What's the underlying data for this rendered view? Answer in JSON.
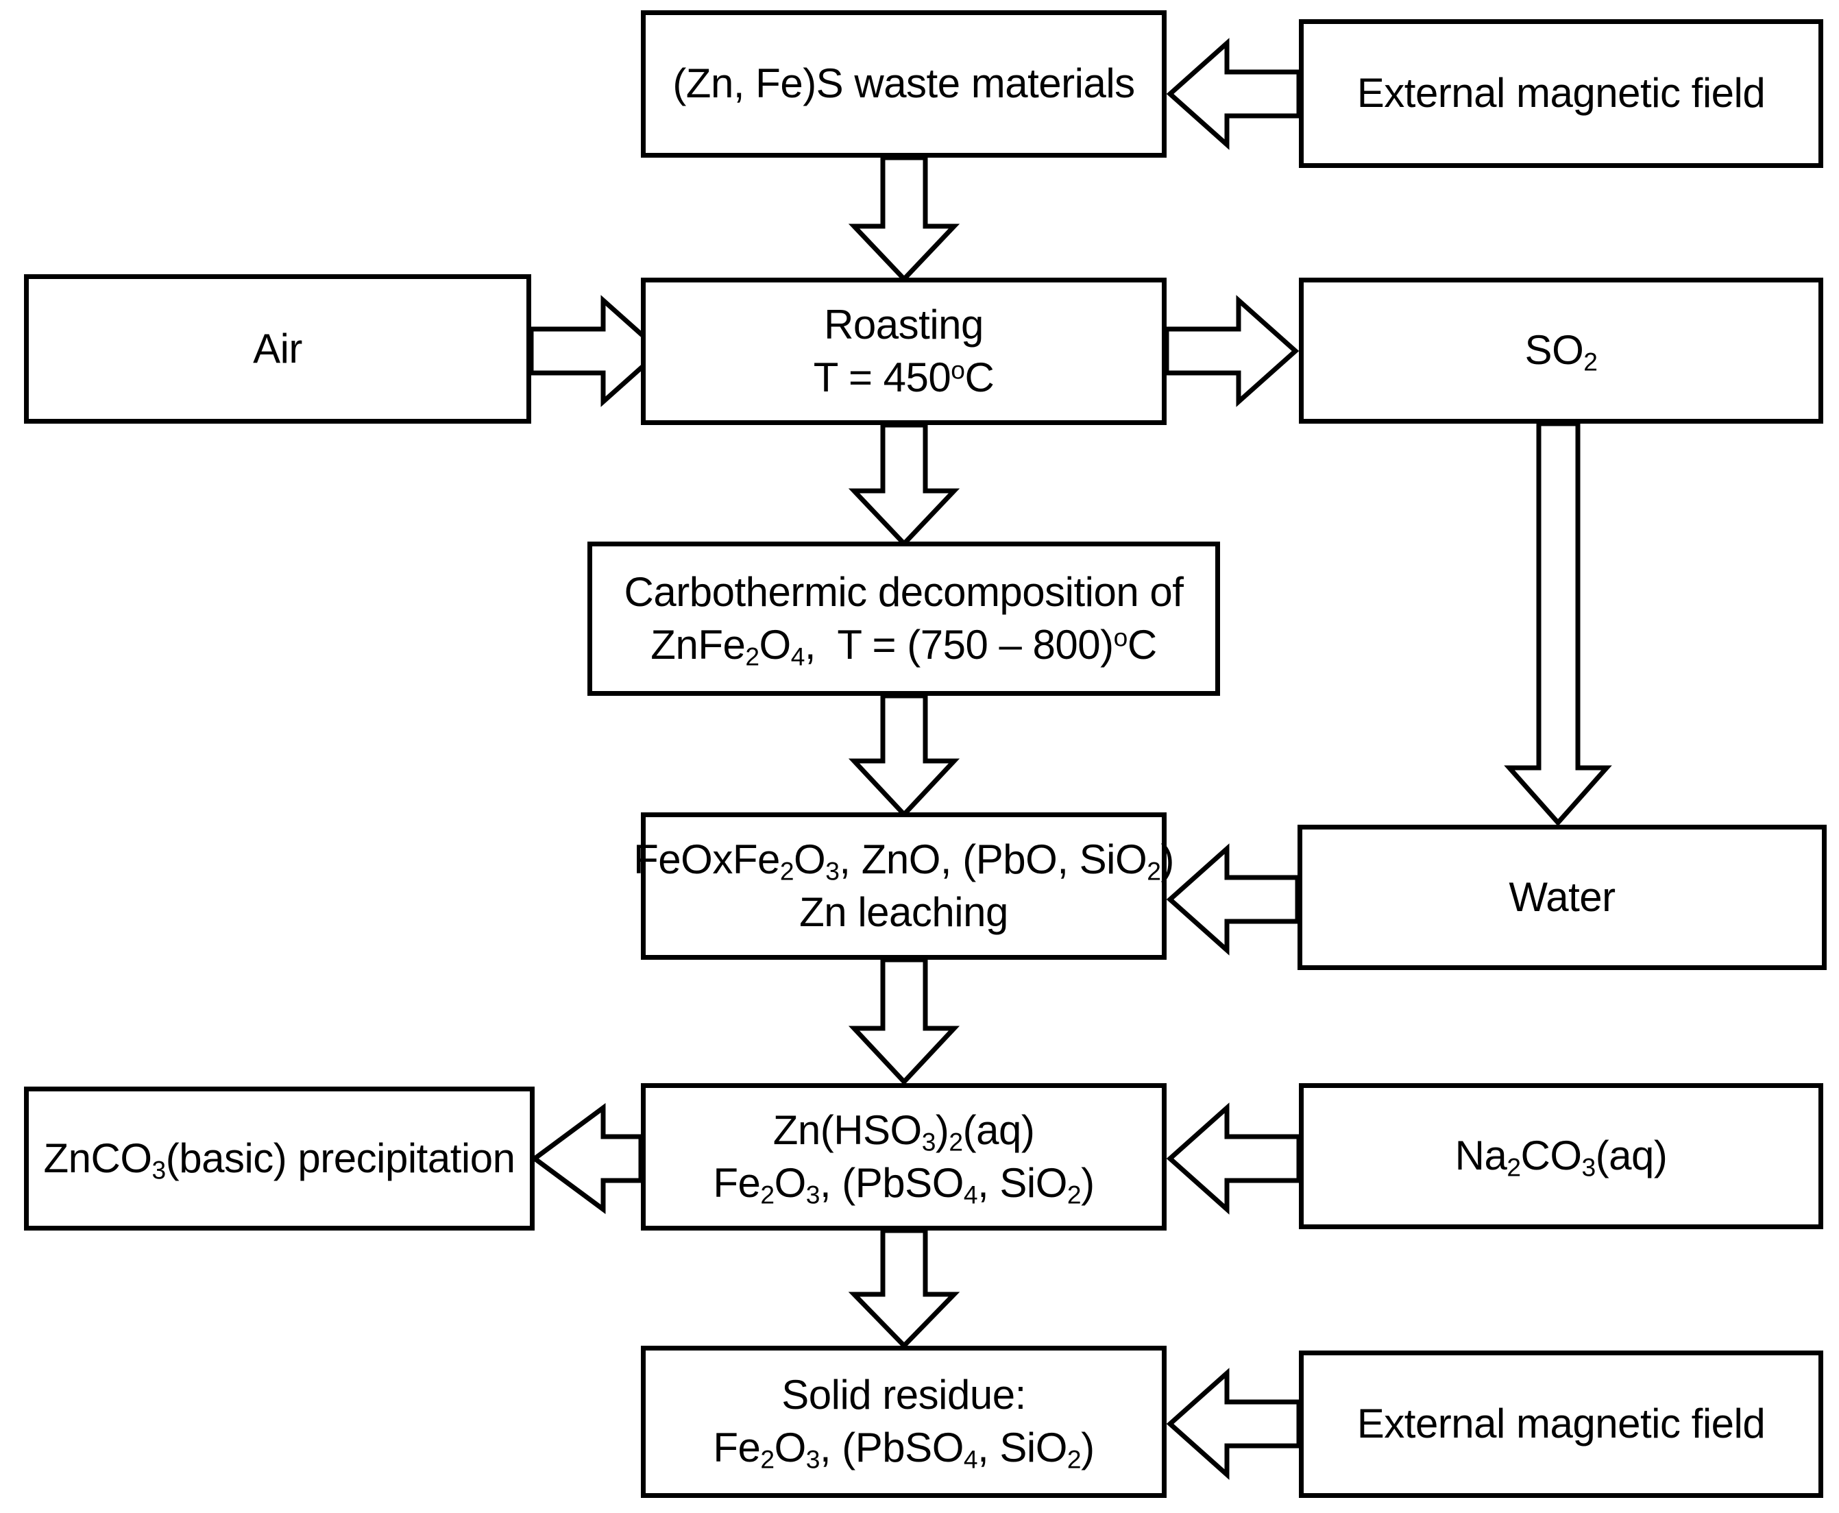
{
  "diagram": {
    "title": "Hydrometallurgical zinc recovery process flowchart",
    "type": "process-flow-diagram",
    "colors": {
      "background": "#ffffff",
      "stroke": "#000000",
      "fill": "#ffffff"
    },
    "nodes": [
      {
        "id": "waste-materials",
        "lines": [
          {
            "html": "(Zn, Fe)S waste materials"
          }
        ]
      },
      {
        "id": "external-magnetic-field-top",
        "lines": [
          {
            "html": "External magnetic field"
          }
        ]
      },
      {
        "id": "air",
        "lines": [
          {
            "html": "Air"
          }
        ]
      },
      {
        "id": "roasting",
        "lines": [
          {
            "html": "Roasting"
          },
          {
            "html": "T = 450<sup>o</sup>C"
          }
        ]
      },
      {
        "id": "so2",
        "lines": [
          {
            "html": "SO<sub>2</sub>"
          }
        ]
      },
      {
        "id": "carbothermic-decomposition",
        "lines": [
          {
            "html": "Carbothermic decomposition of"
          },
          {
            "html": "ZnFe<sub>2</sub>O<sub>4</sub>,&nbsp; T = (750 &#8211; 800)<sup>o</sup>C"
          }
        ]
      },
      {
        "id": "zn-leaching",
        "lines": [
          {
            "html": "FeOxFe<sub>2</sub>O<sub>3</sub>, ZnO, (PbO, SiO<sub>2</sub>)"
          },
          {
            "html": "Zn leaching"
          }
        ]
      },
      {
        "id": "water",
        "lines": [
          {
            "html": "Water"
          }
        ]
      },
      {
        "id": "zinc-bisulfite-solution",
        "lines": [
          {
            "html": "Zn(HSO<sub>3</sub>)<sub>2</sub>(aq)"
          },
          {
            "html": "Fe<sub>2</sub>O<sub>3</sub>, (PbSO<sub>4</sub>, SiO<sub>2</sub>)"
          }
        ]
      },
      {
        "id": "zinc-carbonate-precipitation",
        "lines": [
          {
            "html": "ZnCO<sub>3</sub>(basic) precipitation"
          }
        ]
      },
      {
        "id": "sodium-carbonate",
        "lines": [
          {
            "html": "Na<sub>2</sub>CO<sub>3</sub>(aq)"
          }
        ]
      },
      {
        "id": "solid-residue",
        "lines": [
          {
            "html": "Solid residue:"
          },
          {
            "html": "Fe<sub>2</sub>O<sub>3</sub>, (PbSO<sub>4</sub>, SiO<sub>2</sub>)"
          }
        ]
      },
      {
        "id": "external-magnetic-field-bottom",
        "lines": [
          {
            "html": "External magnetic field"
          }
        ]
      }
    ],
    "edges": [
      {
        "id": "edge-magnetic-to-waste",
        "from": "external-magnetic-field-top",
        "to": "waste-materials",
        "direction": "left"
      },
      {
        "id": "edge-waste-to-roasting",
        "from": "waste-materials",
        "to": "roasting",
        "direction": "down"
      },
      {
        "id": "edge-air-to-roasting",
        "from": "air",
        "to": "roasting",
        "direction": "right"
      },
      {
        "id": "edge-roasting-to-so2",
        "from": "roasting",
        "to": "so2",
        "direction": "right"
      },
      {
        "id": "edge-roasting-to-carbothermic",
        "from": "roasting",
        "to": "carbothermic-decomposition",
        "direction": "down"
      },
      {
        "id": "edge-so2-to-water",
        "from": "so2",
        "to": "water",
        "direction": "down"
      },
      {
        "id": "edge-carbothermic-to-leaching",
        "from": "carbothermic-decomposition",
        "to": "zn-leaching",
        "direction": "down"
      },
      {
        "id": "edge-water-to-leaching",
        "from": "water",
        "to": "zn-leaching",
        "direction": "left"
      },
      {
        "id": "edge-leaching-to-solution",
        "from": "zn-leaching",
        "to": "zinc-bisulfite-solution",
        "direction": "down"
      },
      {
        "id": "edge-solution-to-precipitation",
        "from": "zinc-bisulfite-solution",
        "to": "zinc-carbonate-precipitation",
        "direction": "left"
      },
      {
        "id": "edge-carbonate-to-solution",
        "from": "sodium-carbonate",
        "to": "zinc-bisulfite-solution",
        "direction": "left"
      },
      {
        "id": "edge-solution-to-residue",
        "from": "zinc-bisulfite-solution",
        "to": "solid-residue",
        "direction": "down"
      },
      {
        "id": "edge-magnetic-to-residue",
        "from": "external-magnetic-field-bottom",
        "to": "solid-residue",
        "direction": "left"
      }
    ]
  }
}
